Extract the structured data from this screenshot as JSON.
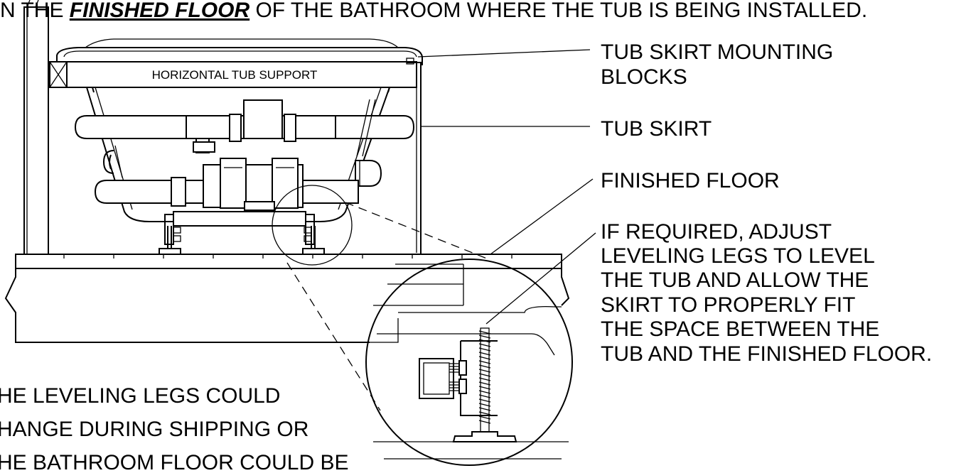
{
  "header": {
    "prefix": "N THE ",
    "emphasis": "FINISHED FLOOR",
    "suffix": " OF THE BATHROOM WHERE THE TUB IS BEING INSTALLED."
  },
  "diagram": {
    "support_label": "HORIZONTAL TUB SUPPORT"
  },
  "callouts": {
    "mounting_blocks": [
      "TUB SKIRT MOUNTING",
      "BLOCKS"
    ],
    "tub_skirt": [
      "TUB SKIRT"
    ],
    "finished_floor": [
      "FINISHED FLOOR"
    ],
    "adjust_legs": [
      "IF REQUIRED, ADJUST",
      "LEVELING LEGS TO LEVEL",
      "THE TUB AND ALLOW THE",
      "SKIRT TO PROPERLY FIT",
      "THE SPACE BETWEEN THE",
      "TUB AND THE FINISHED FLOOR."
    ]
  },
  "note": {
    "lines": [
      "HE LEVELING LEGS COULD",
      "HANGE DURING SHIPPING OR",
      "HE BATHROOM FLOOR COULD BE"
    ]
  }
}
